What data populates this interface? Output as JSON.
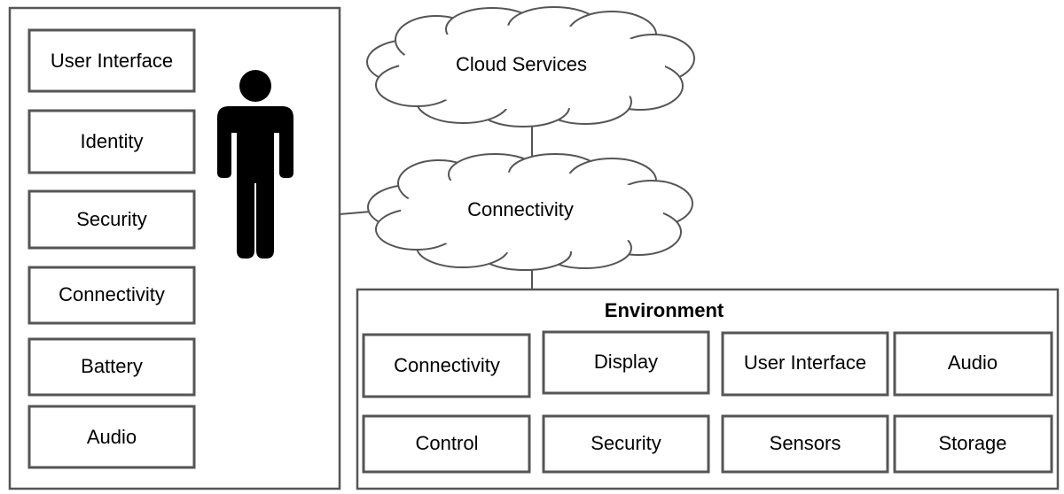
{
  "device": {
    "components": [
      "User Interface",
      "Identity",
      "Security",
      "Connectivity",
      "Battery",
      "Audio"
    ]
  },
  "clouds": {
    "top": "Cloud Services",
    "middle": "Connectivity"
  },
  "environment": {
    "title": "Environment",
    "row1": [
      "Connectivity",
      "Display",
      "User Interface",
      "Audio"
    ],
    "row2": [
      "Control",
      "Security",
      "Sensors",
      "Storage"
    ]
  }
}
